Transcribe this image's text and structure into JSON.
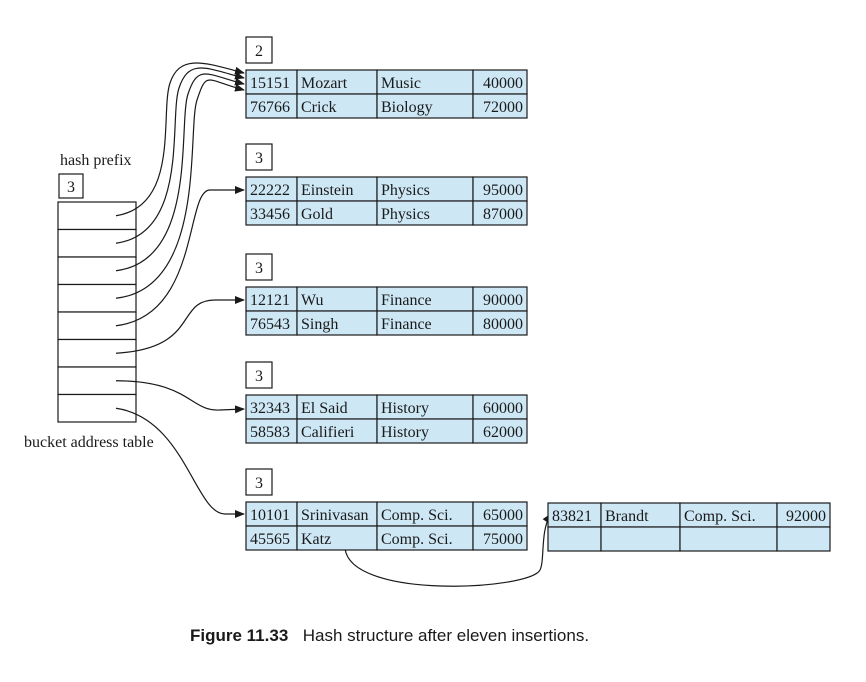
{
  "directory": {
    "title": "hash prefix",
    "global_depth": "3",
    "caption": "bucket address table",
    "entry_count": 8
  },
  "buckets": [
    {
      "local_depth": "2",
      "records": [
        [
          "15151",
          "Mozart",
          "Music",
          "40000"
        ],
        [
          "76766",
          "Crick",
          "Biology",
          "72000"
        ]
      ]
    },
    {
      "local_depth": "3",
      "records": [
        [
          "22222",
          "Einstein",
          "Physics",
          "95000"
        ],
        [
          "33456",
          "Gold",
          "Physics",
          "87000"
        ]
      ]
    },
    {
      "local_depth": "3",
      "records": [
        [
          "12121",
          "Wu",
          "Finance",
          "90000"
        ],
        [
          "76543",
          "Singh",
          "Finance",
          "80000"
        ]
      ]
    },
    {
      "local_depth": "3",
      "records": [
        [
          "32343",
          "El Said",
          "History",
          "60000"
        ],
        [
          "58583",
          "Califieri",
          "History",
          "62000"
        ]
      ]
    },
    {
      "local_depth": "3",
      "records": [
        [
          "10101",
          "Srinivasan",
          "Comp. Sci.",
          "65000"
        ],
        [
          "45565",
          "Katz",
          "Comp. Sci.",
          "75000"
        ]
      ]
    }
  ],
  "overflow_bucket": {
    "records": [
      [
        "83821",
        "Brandt",
        "Comp. Sci.",
        "92000"
      ],
      [
        "",
        "",
        "",
        ""
      ]
    ]
  },
  "caption": {
    "figure_number": "Figure 11.33",
    "text": "Hash structure after eleven insertions."
  },
  "colors": {
    "cell_fill": "#cde7f5",
    "line": "#1a1a1a"
  }
}
